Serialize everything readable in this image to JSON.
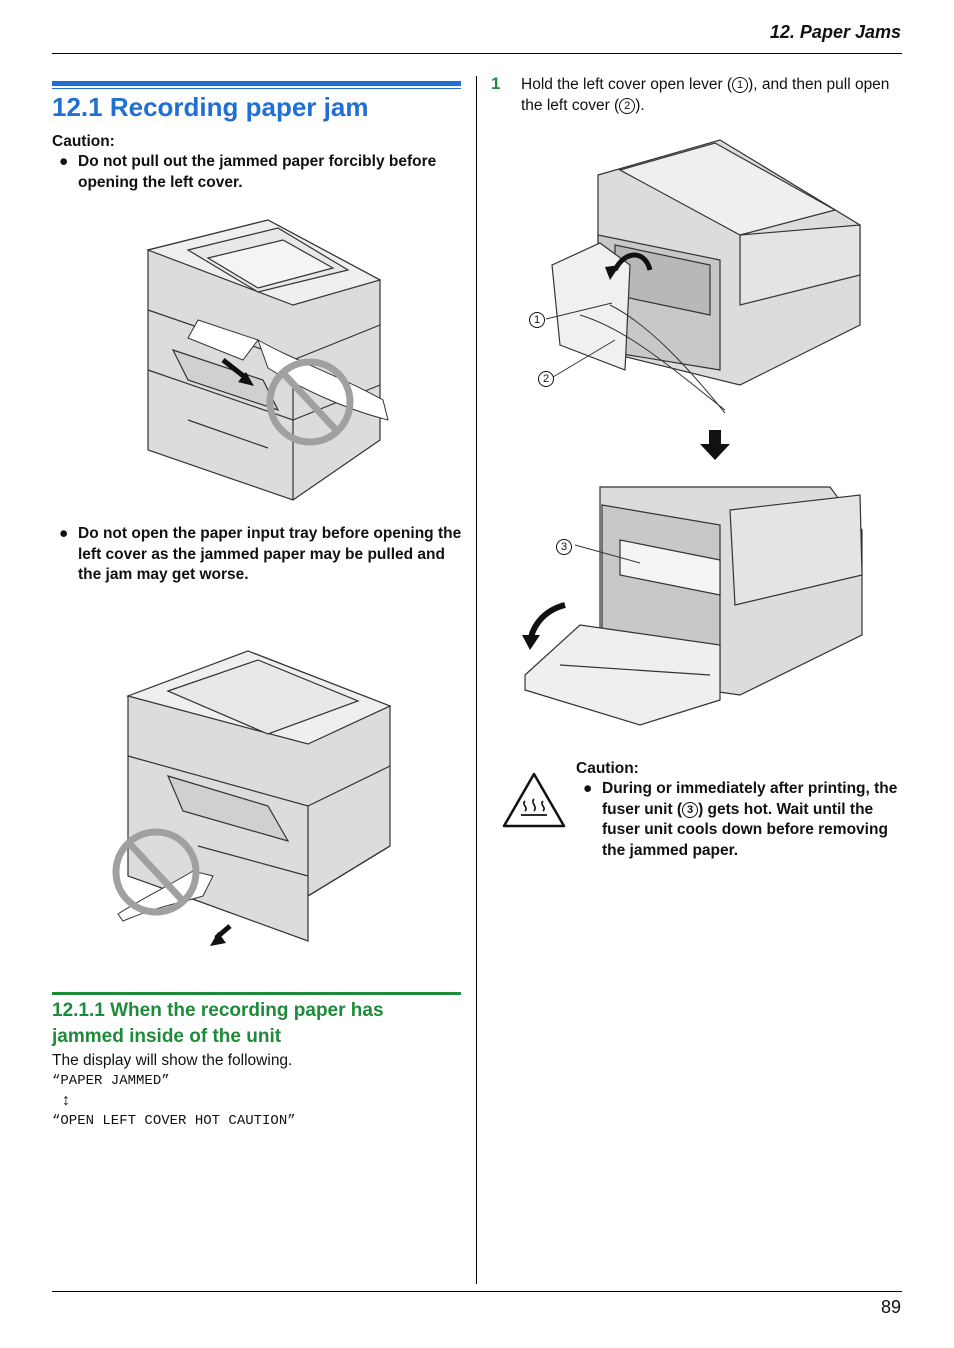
{
  "header": {
    "chapter": "12. Paper Jams"
  },
  "section": {
    "title": "12.1 Recording paper jam",
    "caution_label": "Caution:",
    "bullets": [
      "Do not pull out the jammed paper forcibly before opening the left cover.",
      "Do not open the paper input tray before opening the left cover as the jammed paper may be pulled and the jam may get worse."
    ]
  },
  "subsection": {
    "title": "12.1.1 When the recording paper has jammed inside of the unit",
    "intro": "The display will show the following.",
    "display_line1": "“PAPER JAMMED”",
    "arrow": "↕",
    "display_line2": "“OPEN LEFT COVER HOT CAUTION”"
  },
  "step1": {
    "number": "1",
    "text_a": "Hold the left cover open lever (",
    "callout1": "1",
    "text_b": "), and then pull open the left cover (",
    "callout2": "2",
    "text_c": ")."
  },
  "figure_callouts": {
    "c1": "1",
    "c2": "2",
    "c3": "3"
  },
  "caution2": {
    "label": "Caution:",
    "text_a": "During or immediately after printing, the fuser unit (",
    "callout": "3",
    "text_b": ") gets hot. Wait until the fuser unit cools down before removing the jammed paper."
  },
  "footer": {
    "page_number": "89"
  },
  "colors": {
    "h1": "#1f6fd4",
    "h2": "#1f8a3a",
    "prohibit": "#a0a0a0"
  }
}
